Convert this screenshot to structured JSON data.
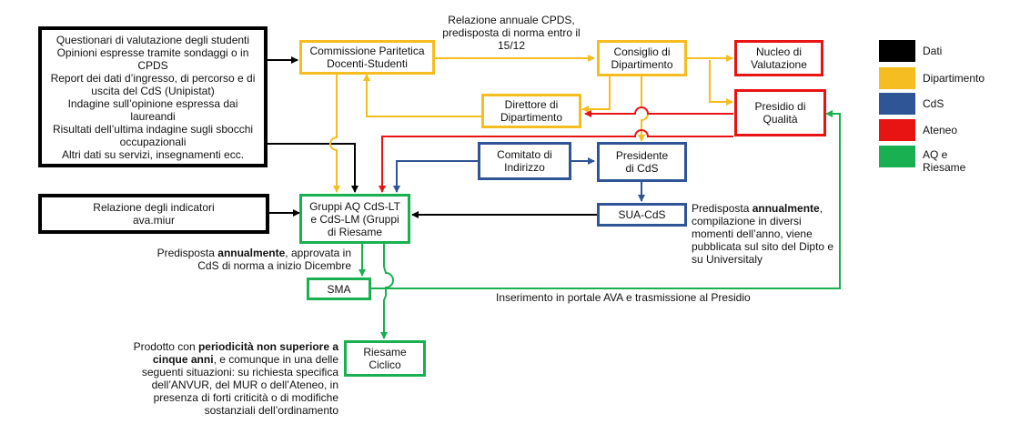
{
  "boxes": {
    "sources": [
      "Questionari di valutazione degli studenti",
      "Opinioni espresse tramite sondaggi o in CPDS",
      "Report dei dati d’ingresso, di percorso e di uscita del CdS (Unipistat)",
      "Indagine sull’opinione espressa dai laureandi",
      "Risultati dell’ultima indagine sugli sbocchi occupazionali",
      "Altri dati su servizi, insegnamenti ecc."
    ],
    "indicatori": "Relazione degli indicatori ava.miur",
    "cpds": "Commissione Paritetica Docenti-Studenti",
    "consiglio": "Consiglio di Dipartimento",
    "nucleo": "Nucleo di Valutazione",
    "presidio": "Presidio di Qualità",
    "direttore": "Direttore di Dipartimento",
    "comitato": "Comitato di Indirizzo",
    "presidente": "Presidente di CdS",
    "sua": "SUA-CdS",
    "gruppi": "Gruppi AQ CdS-LT e CdS-LM (Gruppi di Riesame",
    "sma": "SMA",
    "riesame": "Riesame Ciclico"
  },
  "notes": {
    "cpds_relazione": "Relazione annuale CPDS, predisposta di norma entro il 15/12",
    "sua_pre": "Predisposta ",
    "sua_bold": "annualmente",
    "sua_post": ", compilazione in diversi momenti dell’anno, viene pubblicata sul sito del Dipto e su Universitaly",
    "sma_pre": "Predisposta ",
    "sma_bold": "annualmente",
    "sma_post": ", approvata in CdS di norma a inizio Dicembre",
    "portale": "Inserimento in portale AVA e trasmissione al Presidio",
    "riesame_pre": "Prodotto con ",
    "riesame_bold": "periodicità non superiore a cinque anni",
    "riesame_post": ", e comunque in una delle seguenti situazioni: su richiesta specifica dell’ANVUR, del MUR o dell’Ateneo, in presenza di forti criticità o di modifiche sostanziali dell’ordinamento"
  },
  "legend": [
    {
      "label": "Dati",
      "color": "#000000"
    },
    {
      "label": "Dipartimento",
      "color": "#f5bd1f"
    },
    {
      "label": "CdS",
      "color": "#2f5597"
    },
    {
      "label": "Ateneo",
      "color": "#e81414"
    },
    {
      "label": "AQ e Riesame",
      "color": "#18b050"
    }
  ],
  "colors": {
    "black": "#000000",
    "yellow": "#f5bd1f",
    "blue": "#2f5597",
    "red": "#e81414",
    "green": "#18b050"
  }
}
